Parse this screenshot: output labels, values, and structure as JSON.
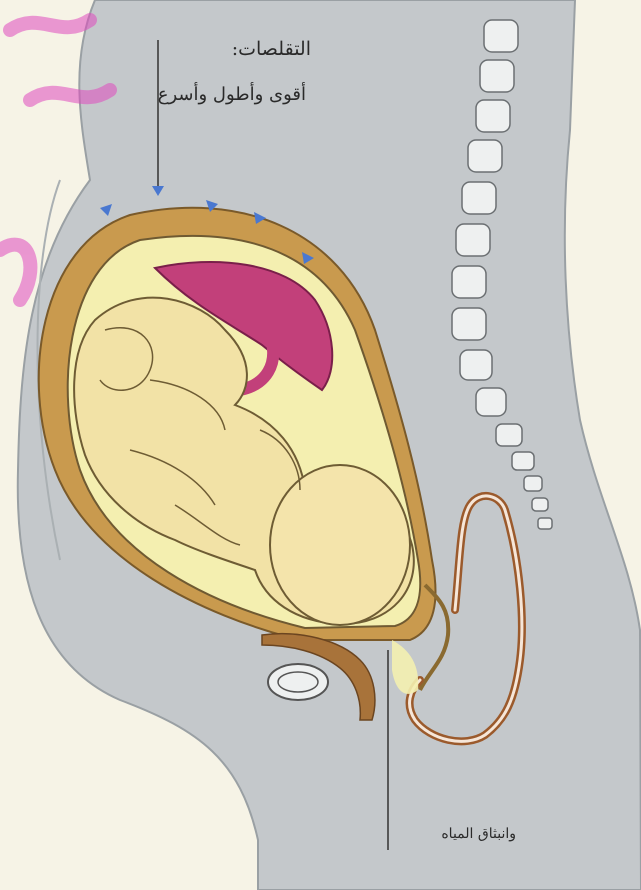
{
  "labels": {
    "contractions_title": "التقلصات:",
    "contractions_desc": "أقوى وأطول وأسرع",
    "water_rupture": "وانبثاق المياه"
  },
  "colors": {
    "background": "#f6f3e6",
    "body_gray": "#c4c8cb",
    "uterus_wall": "#c99a4e",
    "amniotic": "#f4efb0",
    "fetus": "#f2e2a6",
    "placenta": "#c2407a",
    "vertebra": "#eef0f0",
    "arrow": "#4a78d0",
    "watermark": "#e04bbf"
  },
  "icons": [
    "contraction-arrow-icon"
  ]
}
